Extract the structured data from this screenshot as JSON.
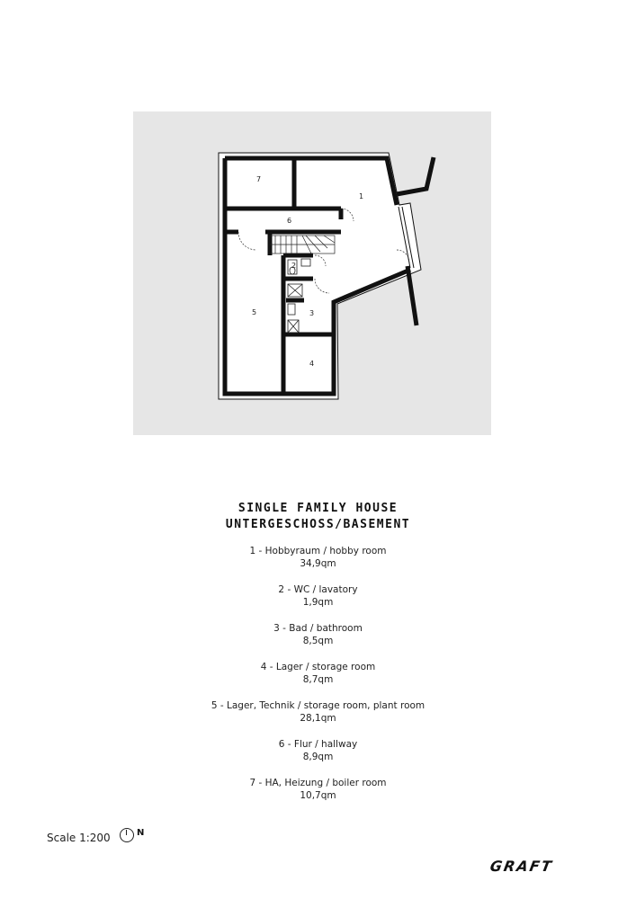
{
  "title": {
    "line1": "SINGLE FAMILY HOUSE",
    "line2": "UNTERGESCHOSS/BASEMENT"
  },
  "plan": {
    "room_numbers": [
      "1",
      "2",
      "3",
      "4",
      "5",
      "6",
      "7"
    ]
  },
  "legend": [
    {
      "name": "1 - Hobbyraum / hobby room",
      "area": "34,9qm"
    },
    {
      "name": "2 - WC / lavatory",
      "area": "1,9qm"
    },
    {
      "name": "3 - Bad / bathroom",
      "area": "8,5qm"
    },
    {
      "name": "4 - Lager / storage room",
      "area": "8,7qm"
    },
    {
      "name": "5 - Lager,  Technik / storage room, plant room",
      "area": "28,1qm"
    },
    {
      "name": "6 - Flur / hallway",
      "area": "8,9qm"
    },
    {
      "name": "7 - HA, Heizung / boiler room",
      "area": "10,7qm"
    }
  ],
  "scale": "Scale 1:200",
  "north": "N",
  "logo": "GRAFT",
  "colors": {
    "panel": "#e6e6e6",
    "walls": "#111111"
  }
}
